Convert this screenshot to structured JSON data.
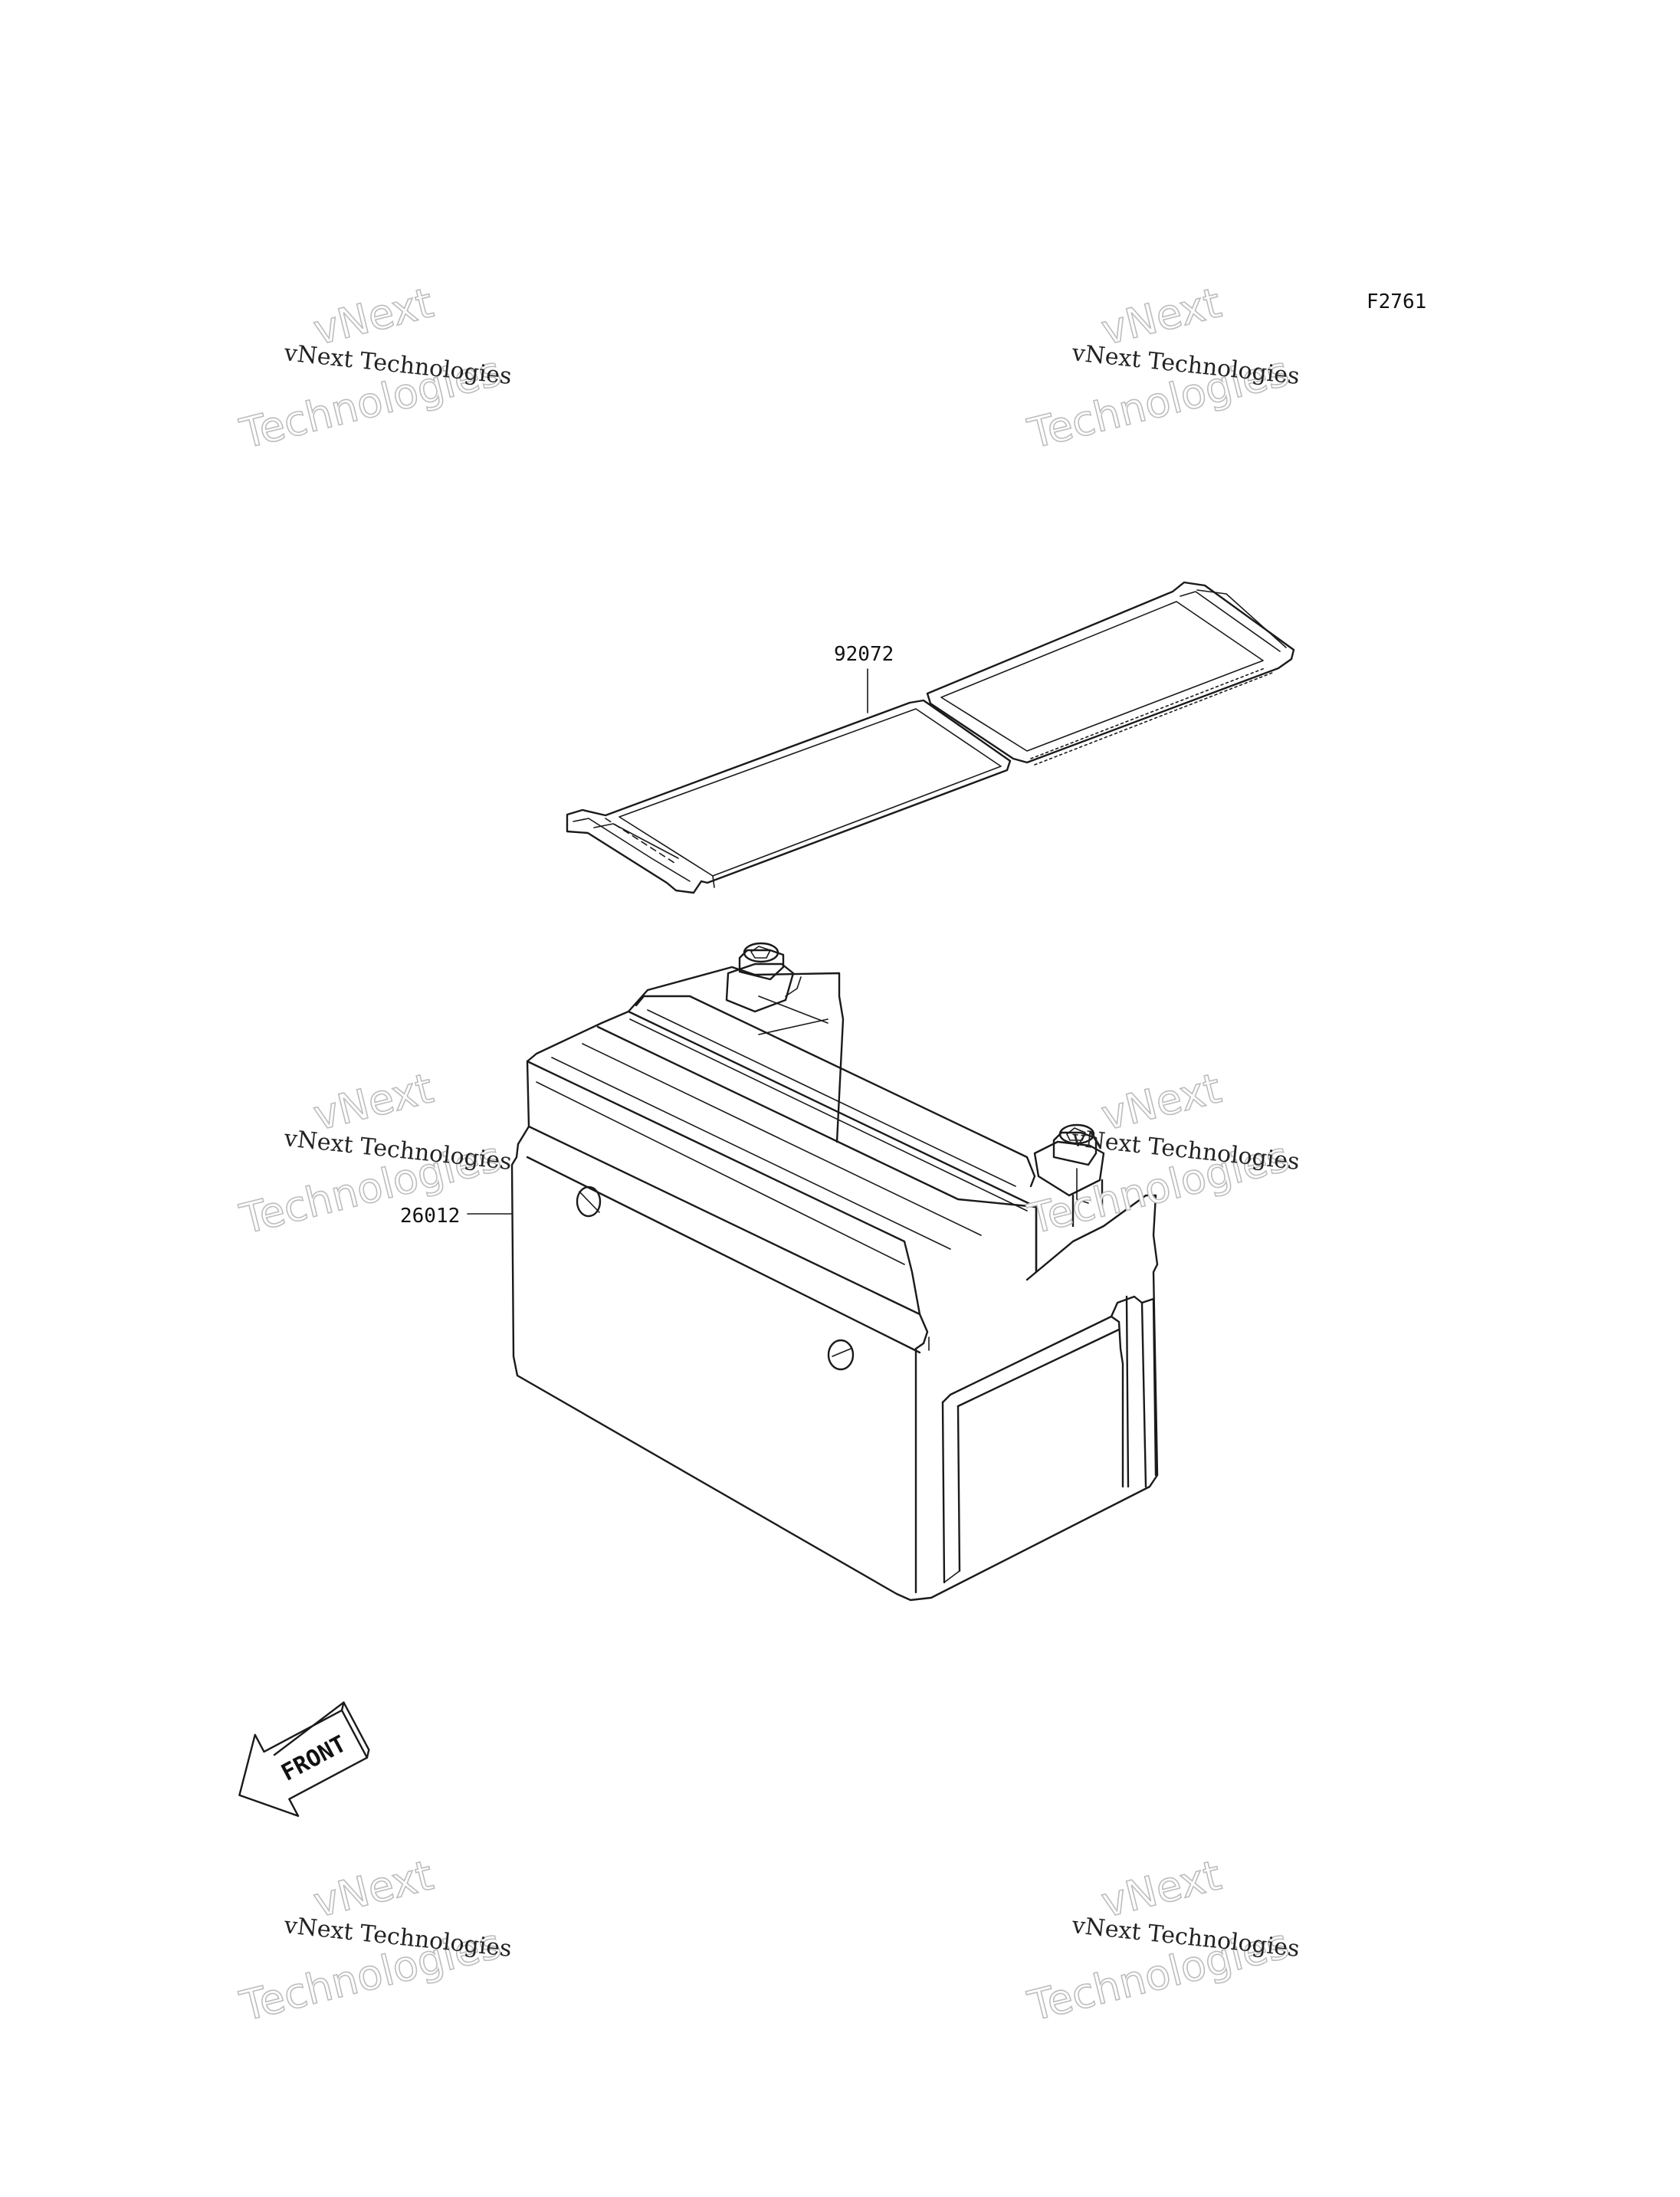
{
  "figure_code": "F2761",
  "parts": [
    {
      "number": "92072",
      "description_icon": "battery-cover-strip"
    },
    {
      "number": "26012",
      "description_icon": "battery"
    }
  ],
  "direction_indicator": {
    "text": "FRONT"
  },
  "watermarks": [
    {
      "line1": "vNext Technologies",
      "line2": "vNext",
      "line3": "Technologies"
    },
    {
      "line1": "vNext Technologies",
      "line2": "vNext",
      "line3": "Technologies"
    },
    {
      "line1": "vNext Technologies",
      "line2": "vNext",
      "line3": "Technologies"
    },
    {
      "line1": "vNext Technologies",
      "line2": "vNext",
      "line3": "Technologies"
    },
    {
      "line1": "vNext Technologies",
      "line2": "vNext",
      "line3": "Technologies"
    },
    {
      "line1": "vNext Technologies",
      "line2": "vNext",
      "line3": "Technologies"
    }
  ]
}
